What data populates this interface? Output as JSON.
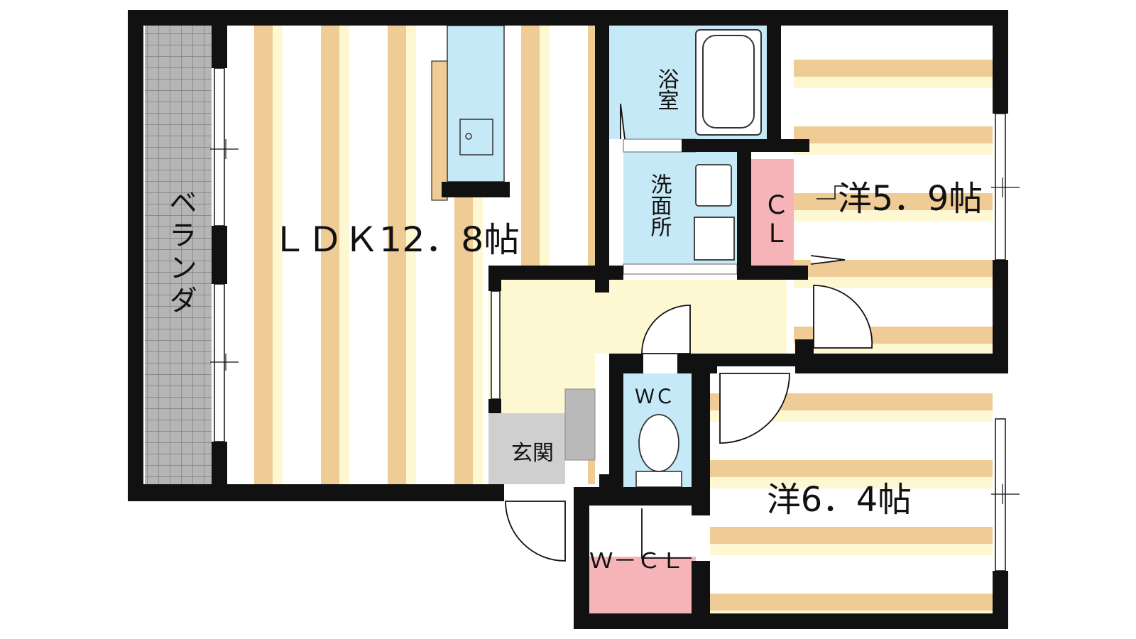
{
  "floorplan": {
    "rooms": {
      "ldk": "ＬＤＫ12．8帖",
      "western_a": "洋5．9帖",
      "western_b": "洋6．4帖",
      "veranda": "ベランダ",
      "bath": "浴室",
      "washroom": "洗面所",
      "closet": "ＣＬ",
      "wc": "ＷＣ",
      "entrance": "玄関",
      "walk_in_closet": "Ｗ－ＣＬ"
    },
    "colors": {
      "wall": "#111111",
      "wood_stripe": "#efcb95",
      "light_stripe": "#fdf7d2",
      "wet_area": "#c6e9f8",
      "closet": "#f6b4b8",
      "hall": "#fdf8d2",
      "entrance": "#cfcfcf",
      "veranda_tile": "#9a9a9a"
    }
  }
}
